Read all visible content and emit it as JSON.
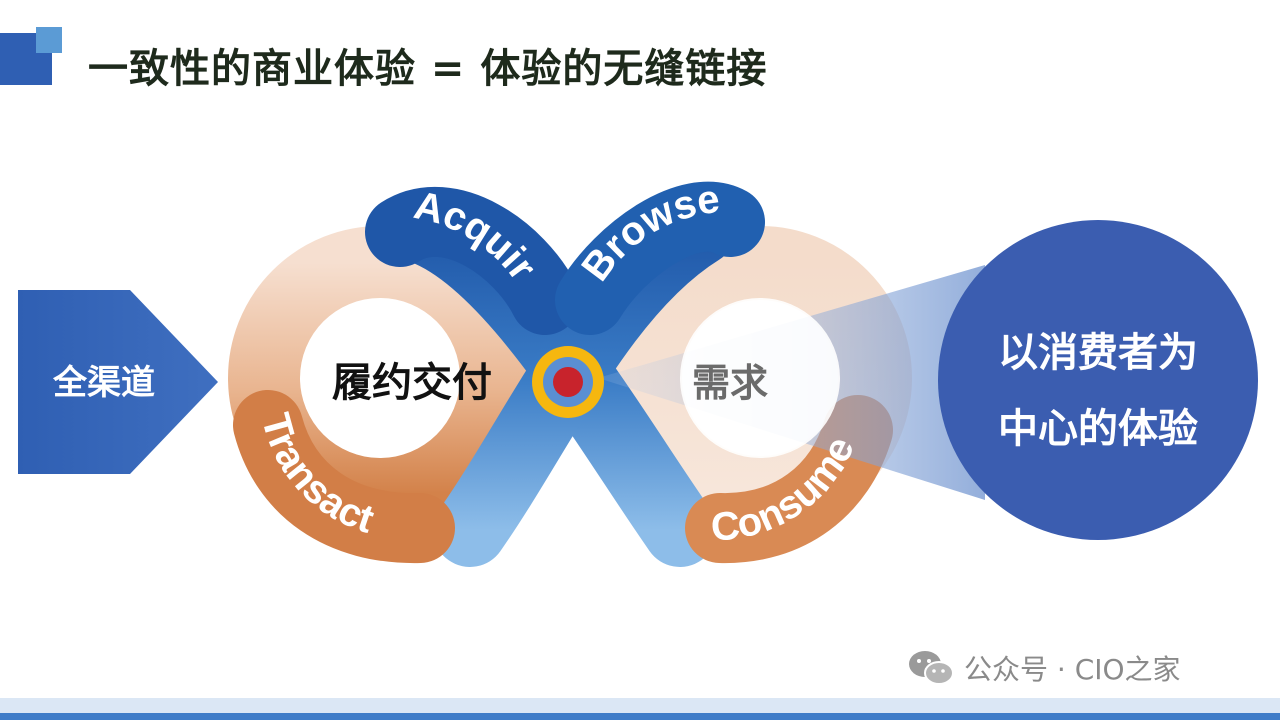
{
  "title": "一致性的商业体验 = 体验的无缝链接",
  "arrow_label": "全渠道",
  "left_center": "履约交付",
  "right_center": "需求",
  "stages": {
    "acquire": "Acquire",
    "browse": "Browse",
    "consume": "Consume",
    "transact": "Transact"
  },
  "circle_text": {
    "line1": "以消费者为",
    "line2": "中心的体验"
  },
  "watermark": "公众号 · CIO之家",
  "colors": {
    "blue_dark": "#1f57a8",
    "blue_mid": "#4c92d6",
    "orange": "#d98a54",
    "peach": "#f1d5c2",
    "navy": "#3b5db0",
    "gold": "#f6b70f",
    "red": "#c8232c"
  }
}
